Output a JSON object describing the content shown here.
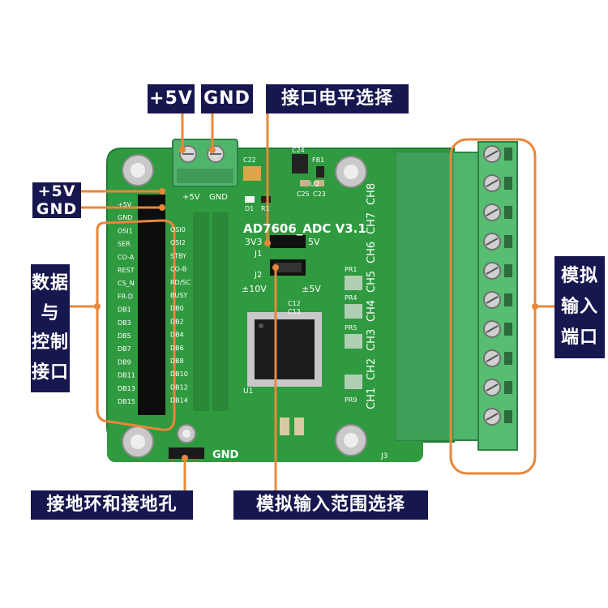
{
  "callouts": {
    "top_5v": "+5V",
    "top_gnd": "GND",
    "level_select": "接口电平选择",
    "left_5v": "+5V",
    "left_gnd": "GND",
    "data_ctrl": [
      "数据",
      "与",
      "控制",
      "接口"
    ],
    "analog_input": [
      "模拟",
      "输入",
      "端口"
    ],
    "ground": "接地环和接地孔",
    "range_select": "模拟输入范围选择"
  },
  "silkscreen": {
    "board_title": "AD7606_ADC V3.1",
    "pwr_5v": "+5V",
    "pwr_gnd": "GND",
    "bottom_gnd": "GND",
    "j1_3v3": "3V3",
    "j1_5v": "5V",
    "j1": "J1",
    "j2": "J2",
    "pm10v": "±10V",
    "pm5v": "±5V",
    "u1": "U1",
    "u2": "U2",
    "d1": "D1",
    "r1": "R1",
    "c22": "C22",
    "c24": "C24",
    "fb1": "FB1",
    "c25": "C25",
    "c23": "C23",
    "c12": "C12",
    "c13": "C13",
    "j3": "J3",
    "pr1": "PR1",
    "pr4": "PR4",
    "pr5": "PR5",
    "pr9": "PR9",
    "left_pins": [
      "+5V",
      "GND",
      "OSI1",
      "SER",
      "CO-A",
      "REST",
      "CS_N",
      "FR-D",
      "DB1",
      "DB3",
      "DB5",
      "DB7",
      "DB9",
      "DB11",
      "DB13",
      "DB15"
    ],
    "right_pins": [
      "OSI0",
      "OSI2",
      "STBY",
      "CO-B",
      "RD/SC",
      "BUSY",
      "DB0",
      "DB2",
      "DB4",
      "DB6",
      "DB8",
      "DB10",
      "DB12",
      "DB14"
    ],
    "channels": [
      "CH1",
      "CH2",
      "CH3",
      "CH4",
      "CH5",
      "CH6",
      "CH7",
      "CH8"
    ]
  },
  "colors": {
    "pcb": "#2f9a3f",
    "pcb_edge": "#1f7a30",
    "terminal": "#4fb56a",
    "callout_bg": "#17174f",
    "leader": "#e8873a"
  }
}
